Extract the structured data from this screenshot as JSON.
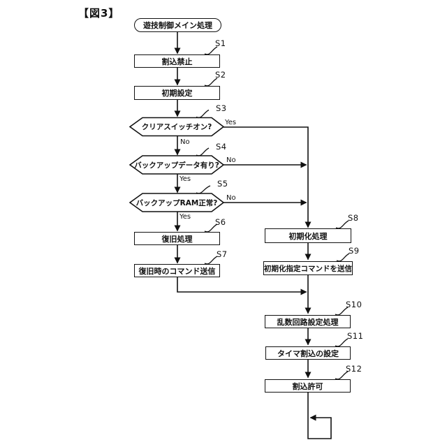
{
  "figure_label": "【図3】",
  "colors": {
    "line": "#111111",
    "background": "#ffffff"
  },
  "nodes": {
    "start": {
      "type": "terminal",
      "label": "遊技制御メイン処理"
    },
    "s1": {
      "type": "process",
      "step": "S1",
      "label": "割込禁止"
    },
    "s2": {
      "type": "process",
      "step": "S2",
      "label": "初期設定"
    },
    "s3": {
      "type": "decision",
      "step": "S3",
      "label": "クリアスイッチオン?",
      "yes": "Yes",
      "no": "No"
    },
    "s4": {
      "type": "decision",
      "step": "S4",
      "label": "バックアップデータ有り?",
      "yes": "Yes",
      "no": "No"
    },
    "s5": {
      "type": "decision",
      "step": "S5",
      "label": "バックアップRAM正常?",
      "yes": "Yes",
      "no": "No"
    },
    "s6": {
      "type": "process",
      "step": "S6",
      "label": "復旧処理"
    },
    "s7": {
      "type": "process",
      "step": "S7",
      "label": "復旧時のコマンド送信"
    },
    "s8": {
      "type": "process",
      "step": "S8",
      "label": "初期化処理"
    },
    "s9": {
      "type": "process",
      "step": "S9",
      "label": "初期化指定コマンドを送信"
    },
    "s10": {
      "type": "process",
      "step": "S10",
      "label": "乱数回路設定処理"
    },
    "s11": {
      "type": "process",
      "step": "S11",
      "label": "タイマ割込の設定"
    },
    "s12": {
      "type": "process",
      "step": "S12",
      "label": "割込許可"
    }
  }
}
